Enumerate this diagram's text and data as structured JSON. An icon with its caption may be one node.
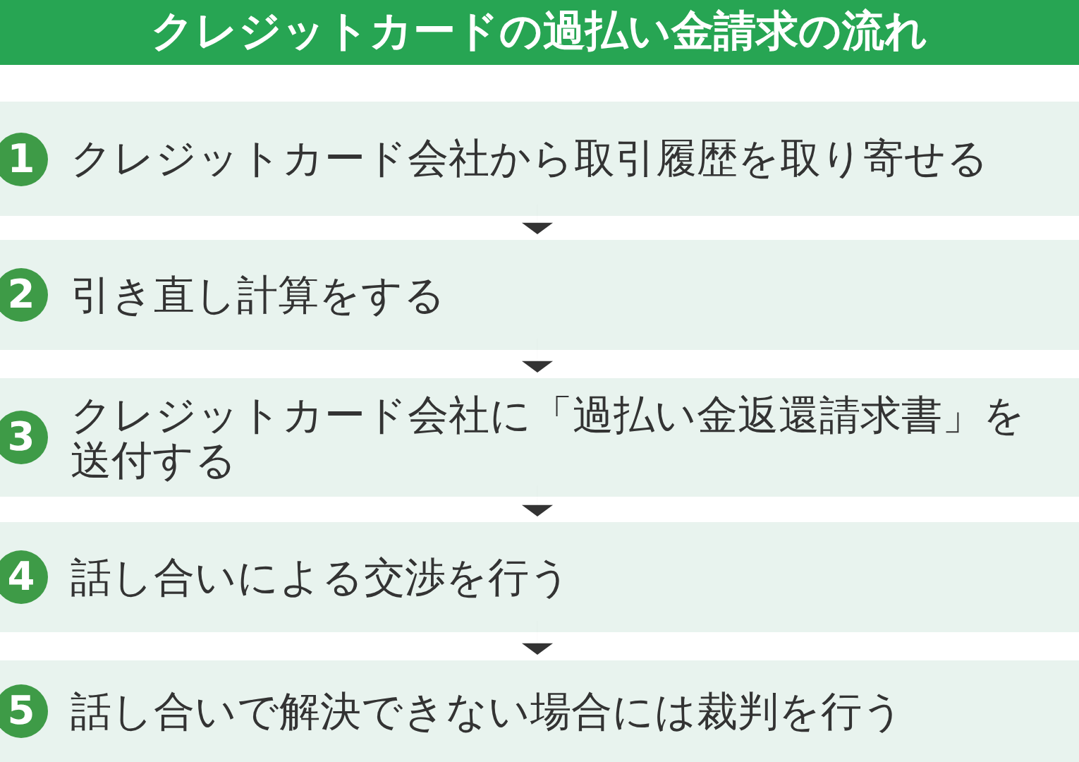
{
  "diagram": {
    "title": "クレジットカードの過払い金請求の流れ",
    "nodes": [
      {
        "text": [
          "1",
          "クレジットカード会社から取引履歴を取り寄せる"
        ]
      },
      {
        "text": [
          "2",
          "引き直し計算をする"
        ]
      },
      {
        "text": [
          "3",
          "クレジットカード会社に「過払い金返還請求書」を送付する"
        ]
      },
      {
        "text": [
          "4",
          "話し合いによる交渉を行う"
        ]
      },
      {
        "text": [
          "5",
          "話し合いで解決できない場合には裁判を行う"
        ]
      }
    ],
    "edges": [
      {
        "from": 0,
        "to": 1,
        "arrow": "to"
      },
      {
        "from": 1,
        "to": 2,
        "arrow": "to"
      },
      {
        "from": 2,
        "to": 3,
        "arrow": "to"
      },
      {
        "from": 3,
        "to": 4,
        "arrow": "to"
      }
    ]
  }
}
